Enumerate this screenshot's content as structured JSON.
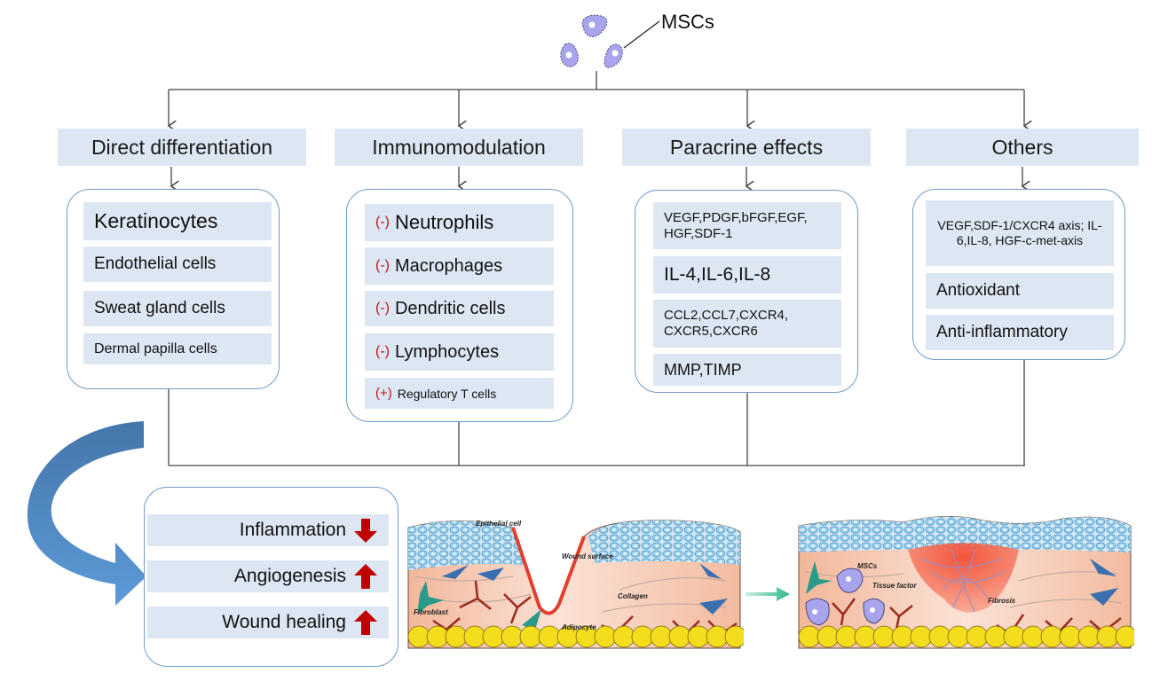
{
  "source": {
    "label": "MSCs",
    "cell_color": "#a9a4ee"
  },
  "colors": {
    "box_fill": "#dde7f3",
    "panel_border": "#6f9bc8",
    "sign_red": "#c0141c",
    "arrow_red": "#c00000",
    "curved_arrow_blue": "#5b93cf",
    "transition_arrow_green": "#3cbf95"
  },
  "mechanisms": [
    {
      "title": "Direct differentiation",
      "items": [
        {
          "sign": "",
          "text": "Keratinocytes"
        },
        {
          "sign": "",
          "text": "Endothelial cells"
        },
        {
          "sign": "",
          "text": "Sweat gland cells"
        },
        {
          "sign": "",
          "text": "Dermal papilla cells"
        }
      ]
    },
    {
      "title": "Immunomodulation",
      "items": [
        {
          "sign": "(-)",
          "text": "Neutrophils"
        },
        {
          "sign": "(-)",
          "text": "Macrophages"
        },
        {
          "sign": "(-)",
          "text": "Dendritic cells"
        },
        {
          "sign": "(-)",
          "text": "Lymphocytes"
        },
        {
          "sign": "(+)",
          "text": "Regulatory T cells"
        }
      ]
    },
    {
      "title": "Paracrine effects",
      "items": [
        {
          "sign": "",
          "text": "VEGF,PDGF,bFGF,EGF, HGF,SDF-1"
        },
        {
          "sign": "",
          "text": "IL-4,IL-6,IL-8"
        },
        {
          "sign": "",
          "text": "CCL2,CCL7,CXCR4, CXCR5,CXCR6"
        },
        {
          "sign": "",
          "text": "MMP,TIMP"
        }
      ]
    },
    {
      "title": "Others",
      "items": [
        {
          "sign": "",
          "text": "VEGF,SDF-1/CXCR4 axis;  IL-6,IL-8, HGF-c-met-axis"
        },
        {
          "sign": "",
          "text": "Antioxidant"
        },
        {
          "sign": "",
          "text": "Anti-inflammatory"
        }
      ]
    }
  ],
  "outcomes": [
    {
      "label": "Inflammation",
      "direction": "down"
    },
    {
      "label": "Angiogenesis",
      "direction": "up"
    },
    {
      "label": "Wound healing",
      "direction": "up"
    }
  ],
  "illustrations": {
    "wound": {
      "labels": {
        "epithelial": "Epithelial cell",
        "wound_surface": "Wound surface",
        "collagen": "Collagen",
        "fibroblast": "Fibroblast",
        "adipocyte": "Adipocyte"
      }
    },
    "healed": {
      "labels": {
        "mscs": "MSCs",
        "tissue_factor": "Tissue factor",
        "fibrosis": "Fibrosis"
      }
    }
  }
}
